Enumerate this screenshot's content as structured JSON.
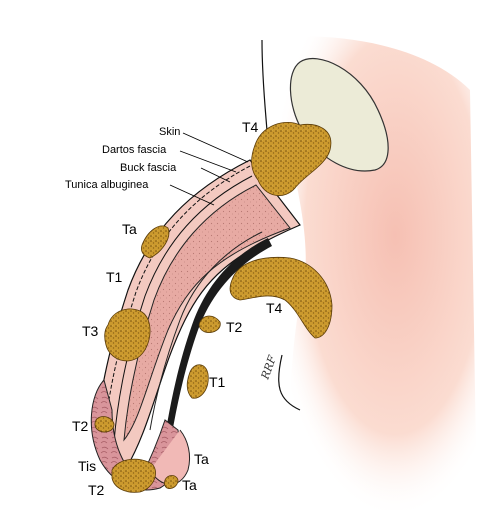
{
  "diagram": {
    "layer_labels": {
      "skin": "Skin",
      "dartos": "Dartos fascia",
      "buck": "Buck fascia",
      "tunica": "Tunica albuginea"
    },
    "stage_labels": {
      "t4_top": "T4",
      "ta_upper": "Ta",
      "t1_left": "T1",
      "t3": "T3",
      "t2_mid": "T2",
      "t4_right": "T4",
      "t1_right": "T1",
      "t2_left": "T2",
      "tis": "Tis",
      "t2_bottom": "T2",
      "ta_mid": "Ta",
      "ta_bottom": "Ta"
    },
    "signature": "RRF",
    "colors": {
      "skin_bg": "#f9d6c8",
      "shaft": "#e6a7a0",
      "glans": "#d98f96",
      "tumor": "#c8962a",
      "bone": "#ecebd7",
      "urethra": "#1b1b1b"
    }
  }
}
